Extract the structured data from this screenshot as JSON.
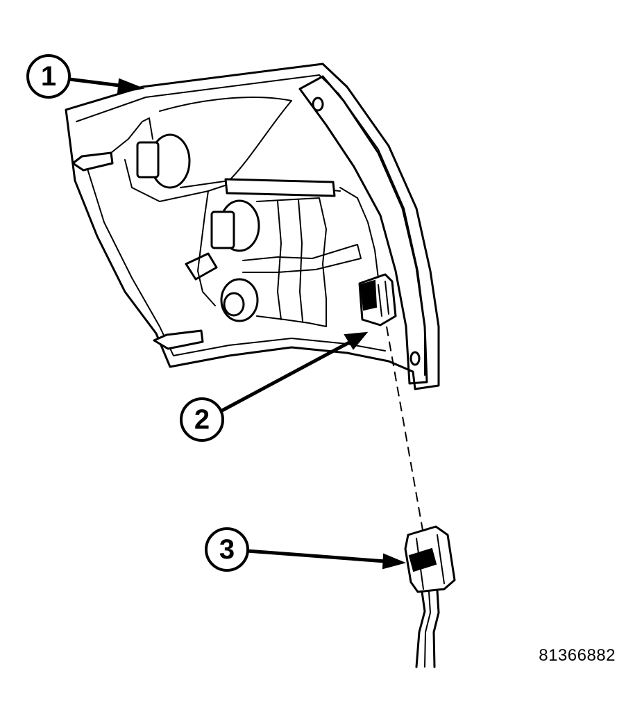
{
  "callouts": [
    {
      "label": "1",
      "target": "tail-lamp-unit"
    },
    {
      "label": "2",
      "target": "lamp-connector"
    },
    {
      "label": "3",
      "target": "wire-harness-connector"
    }
  ],
  "figure_number": "81366882",
  "colors": {
    "ink": "#000000",
    "paper": "#ffffff"
  }
}
